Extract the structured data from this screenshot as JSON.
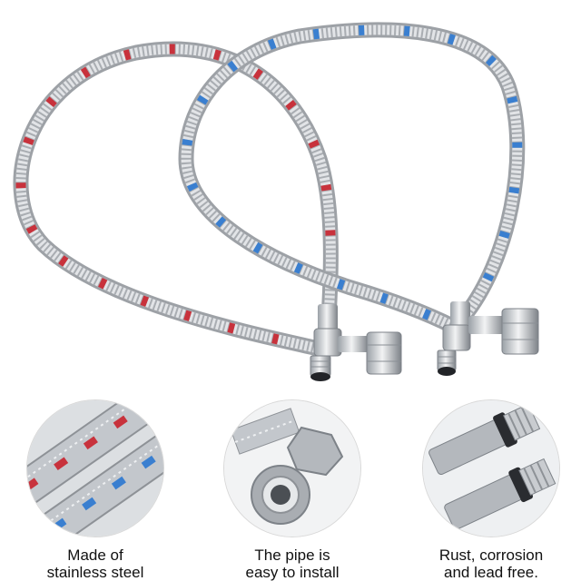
{
  "features": [
    {
      "line1": "Made of",
      "line2": "stainless steel",
      "image": "braided-hose-closeup"
    },
    {
      "line1": "The pipe is",
      "line2": "easy to install",
      "image": "hex-nut-connector"
    },
    {
      "line1": "Rust, corrosion",
      "line2": "and lead free.",
      "image": "threaded-fittings"
    }
  ],
  "colors": {
    "hot_stripe": "#c8323c",
    "cold_stripe": "#3a7fd0",
    "steel": "#c9ccd0",
    "steel_dark": "#8e9297",
    "caption_text": "#111111"
  }
}
